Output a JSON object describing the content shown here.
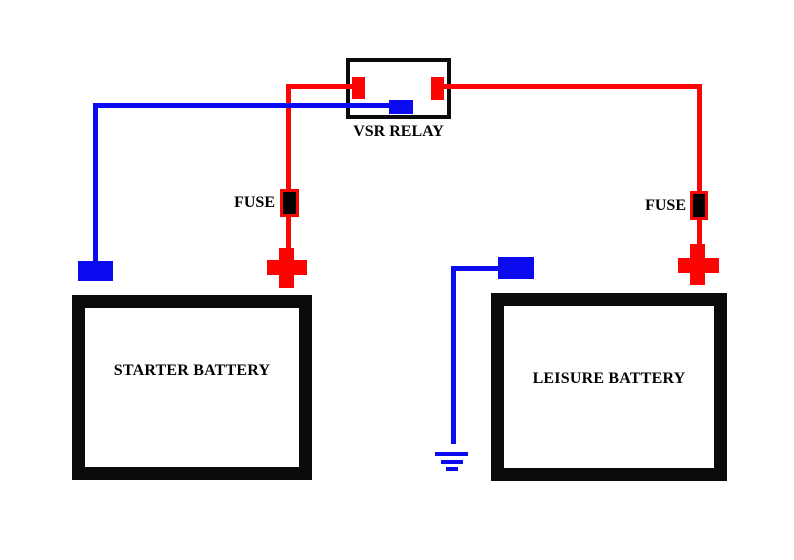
{
  "relay": {
    "label": "VSR RELAY"
  },
  "left_fuse": {
    "label": "FUSE"
  },
  "right_fuse": {
    "label": "FUSE"
  },
  "starter_battery": {
    "label": "STARTER BATTERY"
  },
  "leisure_battery": {
    "label": "LEISURE BATTERY"
  },
  "colors": {
    "wire_positive": "#fa0404",
    "wire_negative": "#0b0bf0",
    "outline": "#0b0b0b",
    "background": "#ffffff",
    "text": "#000000"
  }
}
